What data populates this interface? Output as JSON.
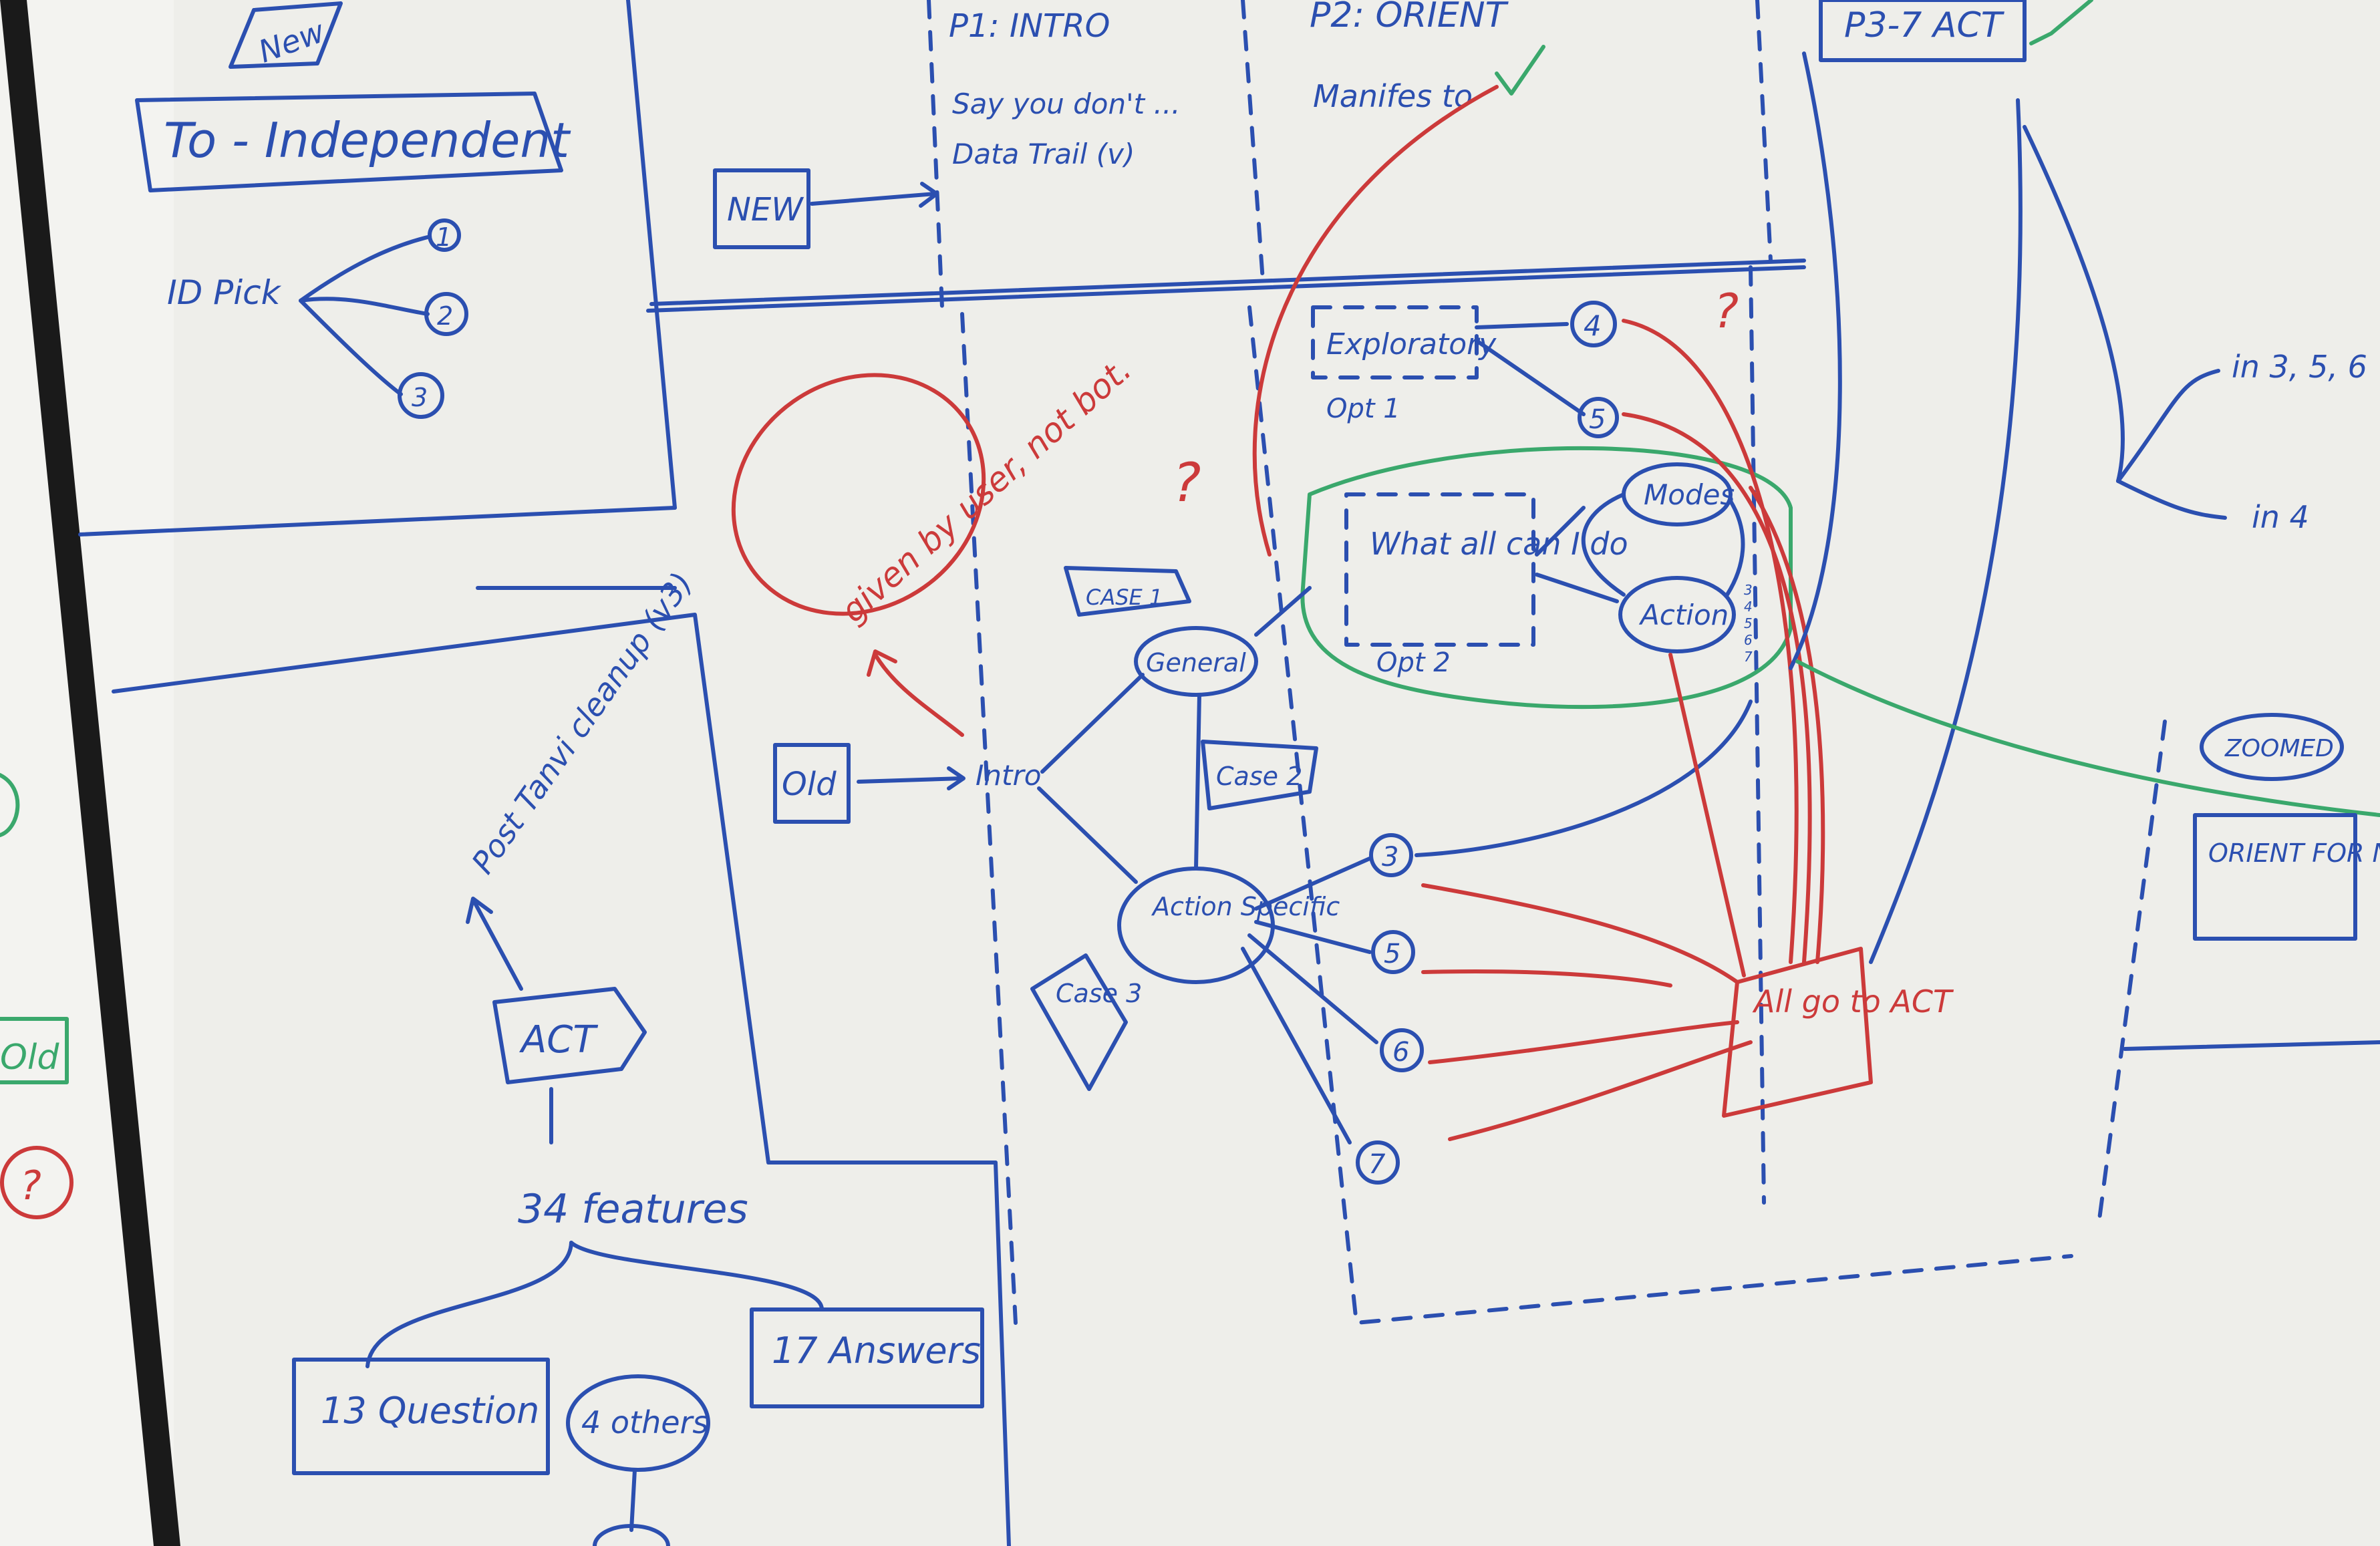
{
  "board": {
    "background_color": "#eeeeea",
    "frame_color": "#1a1a1a",
    "marker_colors": {
      "blue": "#2b4fb0",
      "red": "#cc3a3a",
      "green": "#3aa86c"
    }
  },
  "top_left": {
    "new_tag": "New",
    "title": "To - Independent",
    "id_pick_label": "ID Pick",
    "options": [
      "1",
      "2",
      "3"
    ]
  },
  "phases": {
    "new_box": "NEW",
    "p1_title": "P1: INTRO",
    "p1_bullets": [
      "Say you don't ...",
      "Data Trail (v)"
    ],
    "p2_title": "P2: ORIENT",
    "p2_bullet": "Manifes to",
    "p3_title": "P3-7 ACT"
  },
  "flow": {
    "given_by_user": "given by user, not bot.",
    "question_marks": [
      "?",
      "?"
    ],
    "old_box": "Old",
    "intro": "Intro",
    "case1": "CASE 1",
    "general": "General",
    "case2": "Case 2",
    "action_specific": "Action Specific",
    "case3": "Case 3",
    "exploratory": "Exploratory",
    "opt1": "Opt 1",
    "what_all": "What all can I do",
    "opt2": "Opt 2",
    "modes": "Modes",
    "action": "Action",
    "action_side_numbers": [
      "3",
      "4",
      "5",
      "6",
      "7"
    ],
    "numbered_nodes": [
      "4",
      "5",
      "3",
      "5",
      "6",
      "7"
    ],
    "all_go_to_act": "All go to ACT"
  },
  "right_side": {
    "in_1": "in 3, 5, 6",
    "in_2": "in 4",
    "zoomed": "ZOOMED",
    "orient_new_user": "ORIENT FOR New User"
  },
  "left_edge": {
    "old_fragment": "Old",
    "question": "?"
  },
  "bottom_left": {
    "post_tanvi": "Post Tanvi cleanup (v3)",
    "act": "ACT",
    "features": "34 features",
    "question_box": "13 Question",
    "answers_box": "17 Answers",
    "others": "4 others"
  }
}
